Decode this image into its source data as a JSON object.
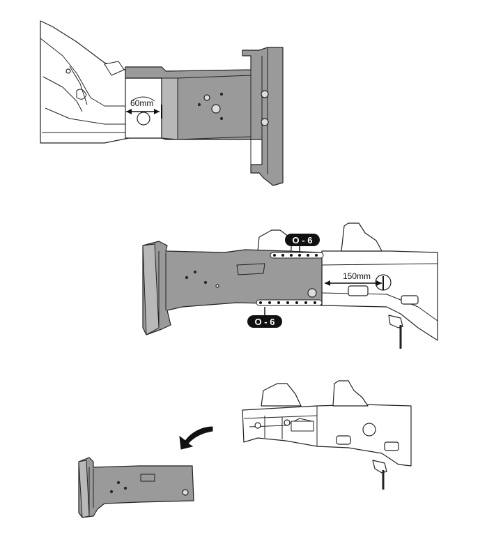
{
  "figure_1": {
    "dimension_label": "60mm"
  },
  "figure_2": {
    "dimension_label": "150mm",
    "weld_callout_top": "O - 6",
    "weld_callout_bottom": "O - 6"
  },
  "colors": {
    "part_fill": "#9a9a9a",
    "part_fill_light": "#b8b8b8",
    "body_fill": "#ffffff",
    "line": "#222222",
    "badge": "#111111",
    "arrow": "#111111"
  }
}
